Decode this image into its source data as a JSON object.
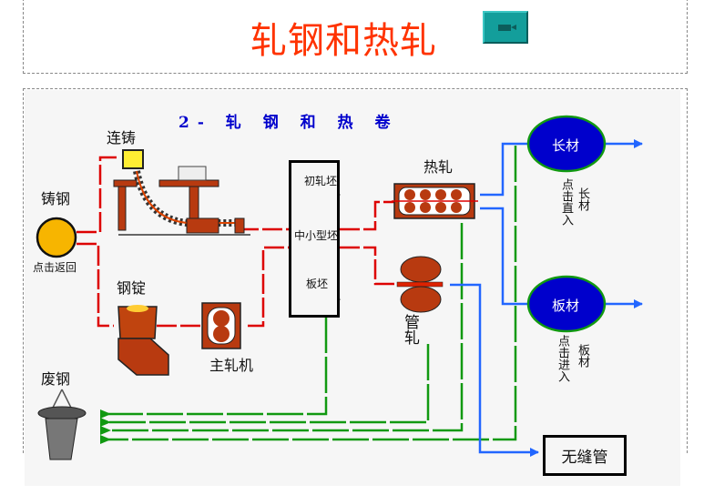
{
  "header": {
    "title": "轧钢和热轧",
    "video_button_icon": "video-camera-icon"
  },
  "diagram": {
    "subtitle": "2- 轧 钢 和 热 卷",
    "nodes": {
      "casting_steel": "铸钢",
      "click_return": "点击返回",
      "continuous_casting": "连铸",
      "ingot": "钢锭",
      "main_mill": "主轧机",
      "scrap": "废钢",
      "billet_box": {
        "items": [
          "初轧坯",
          "中小型坯",
          "板坯"
        ]
      },
      "hot_rolling": "热轧",
      "tube_rolling": "管轧",
      "long_products": "长材",
      "long_products_hint": "点击直入",
      "long_products_hint_side": "长材",
      "plate": "板材",
      "plate_hint": "点击进入",
      "plate_hint_side": "板材",
      "seamless_tube": "无缝管"
    },
    "colors": {
      "title": "#ff3300",
      "subtitle": "#0000cc",
      "red_flow": "#dd0000",
      "green_flow": "#119911",
      "blue_flow": "#2266ff",
      "ellipse_fill": "#0000cc",
      "ellipse_border": "#119911",
      "circle_fill": "#f7b500"
    }
  }
}
